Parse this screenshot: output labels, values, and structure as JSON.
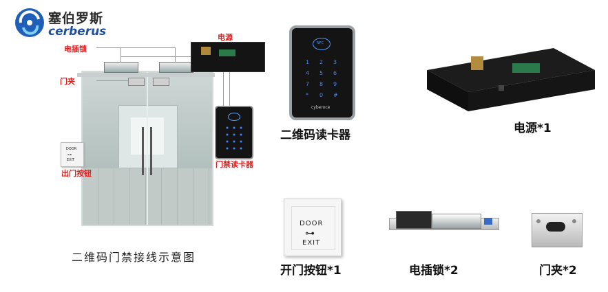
{
  "brand": {
    "name_cn": "塞伯罗斯",
    "name_en": "cerberus"
  },
  "diagram": {
    "labels": {
      "power": "电源",
      "electric_lock": "电插锁",
      "door_clip": "门夹",
      "access_reader": "门禁读卡器",
      "exit_button": "出门按钮"
    },
    "caption": "二维码门禁接线示意图"
  },
  "products": [
    {
      "label": "二维码读卡器"
    },
    {
      "label": "电源*1"
    },
    {
      "label": "开门按钮*1"
    },
    {
      "label": "电插锁*2"
    },
    {
      "label": "门夹*2"
    }
  ],
  "device_text": {
    "nfc": "NFC",
    "reader_brand": "cyberoce",
    "door": "DOOR",
    "exit": "EXIT",
    "keypad": [
      "1",
      "2",
      "3",
      "4",
      "5",
      "6",
      "7",
      "8",
      "9",
      "*",
      "0",
      "#"
    ]
  }
}
